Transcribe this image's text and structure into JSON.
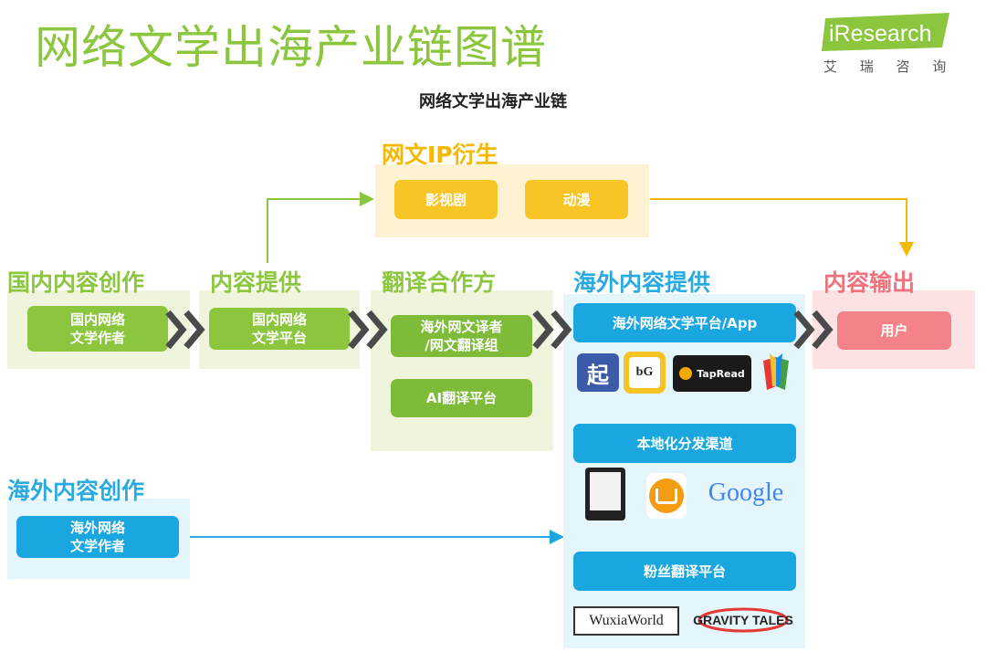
{
  "title": "网络文学出海产业链图谱",
  "subtitle": "网络文学出海产业链",
  "brand": {
    "name": "iResearch",
    "cn": "艾 瑞 咨 询",
    "color": "#8cc63f"
  },
  "ip_derivative": {
    "header": "网文IP衍生",
    "items": [
      "影视剧",
      "动漫"
    ]
  },
  "columns": {
    "domestic_creation": {
      "header": "国内内容创作",
      "box": "国内网络\n文学作者"
    },
    "content_provision": {
      "header": "内容提供",
      "box": "国内网络\n文学平台"
    },
    "translation": {
      "header": "翻译合作方",
      "boxes": [
        "海外网文译者\n/网文翻译组",
        "AI翻译平台"
      ]
    },
    "overseas_provision": {
      "header": "海外内容提供",
      "sections": [
        {
          "label": "海外网络文学平台/App",
          "logos": [
            "起",
            "bG",
            "TapRead",
            "book-stack-logo"
          ]
        },
        {
          "label": "本地化分发渠道",
          "logos": [
            "kindle-logo",
            "ibooks-logo",
            "Google"
          ]
        },
        {
          "label": "粉丝翻译平台",
          "logos": [
            "WuxiaWorld",
            "GRAVITY TALES"
          ]
        }
      ]
    },
    "output": {
      "header": "内容输出",
      "box": "用户"
    }
  },
  "overseas_creation": {
    "header": "海外内容创作",
    "box": "海外网络\n文学作者"
  },
  "colors": {
    "green": "#8cc63f",
    "dark_green": "#7dbb39",
    "panel_green": "#eef5dc",
    "yellow": "#f7c526",
    "panel_yellow": "#fdf3d2",
    "orange": "#f5b800",
    "blue": "#1aa7e0",
    "blue_text": "#29abe2",
    "panel_blue": "#e5f5fc",
    "pink": "#f48389",
    "pink_text": "#f0727a",
    "panel_pink": "#fde2e4"
  }
}
